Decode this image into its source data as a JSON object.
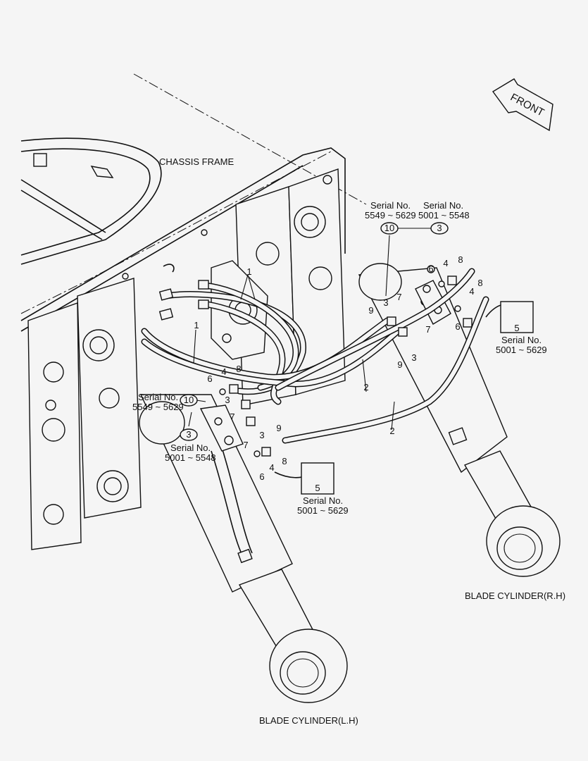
{
  "labels": {
    "chassis_frame": "CHASSIS FRAME",
    "blade_cylinder_rh": "BLADE CYLINDER(R.H)",
    "blade_cylinder_lh": "BLADE CYLINDER(L.H)",
    "front": "FRONT"
  },
  "serial": {
    "title": "Serial No.",
    "range_new": "5549 ~ 5629",
    "range_old": "5001 ~ 5548",
    "range_all": "5001 ~ 5629"
  },
  "parts": {
    "p1": "1",
    "p2": "2",
    "p3": "3",
    "p4": "4",
    "p5": "5",
    "p6": "6",
    "p7": "7",
    "p8": "8",
    "p9": "9",
    "p10": "10"
  }
}
